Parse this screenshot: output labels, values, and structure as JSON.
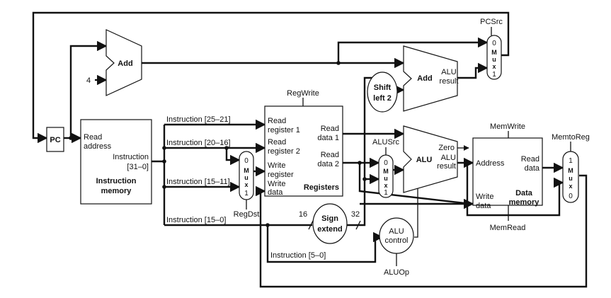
{
  "pc": {
    "label": "PC"
  },
  "adders": {
    "pc_add": "Add",
    "branch_add": "Add",
    "const4": "4",
    "branch_result_line1": "ALU",
    "branch_result_line2": "result"
  },
  "shift": {
    "line1": "Shift",
    "line2": "left 2"
  },
  "instruction_memory": {
    "read_addr_line1": "Read",
    "read_addr_line2": "address",
    "instr_line1": "Instruction",
    "instr_line2": "[31–0]",
    "title_line1": "Instruction",
    "title_line2": "memory"
  },
  "instruction_fields": {
    "f25_21": "Instruction [25–21]",
    "f20_16": "Instruction [20–16]",
    "f15_11": "Instruction [15–11]",
    "f15_0": "Instruction [15–0]",
    "f5_0": "Instruction [5–0]"
  },
  "registers": {
    "regwrite": "RegWrite",
    "read_reg1_l1": "Read",
    "read_reg1_l2": "register 1",
    "read_reg2_l1": "Read",
    "read_reg2_l2": "register 2",
    "write_reg_l1": "Write",
    "write_reg_l2": "register",
    "write_data_l1": "Write",
    "write_data_l2": "data",
    "read_data1_l1": "Read",
    "read_data1_l2": "data 1",
    "read_data2_l1": "Read",
    "read_data2_l2": "data 2",
    "title": "Registers"
  },
  "muxes": {
    "regdst": "RegDst",
    "alusrc": "ALUSrc",
    "memtoreg": "MemtoReg",
    "pcsrc": "PCSrc",
    "letters": [
      "M",
      "u",
      "x"
    ],
    "zero": "0",
    "one": "1"
  },
  "sign_extend": {
    "line1": "Sign",
    "line2": "extend",
    "in_bits": "16",
    "out_bits": "32"
  },
  "alu": {
    "label": "ALU",
    "zero": "Zero",
    "result_l1": "ALU",
    "result_l2": "result"
  },
  "alu_control": {
    "line1": "ALU",
    "line2": "control",
    "aluop": "ALUOp"
  },
  "data_memory": {
    "memwrite": "MemWrite",
    "memread": "MemRead",
    "address": "Address",
    "read_data_l1": "Read",
    "read_data_l2": "data",
    "write_data_l1": "Write",
    "write_data_l2": "data",
    "title_l1": "Data",
    "title_l2": "memory"
  }
}
